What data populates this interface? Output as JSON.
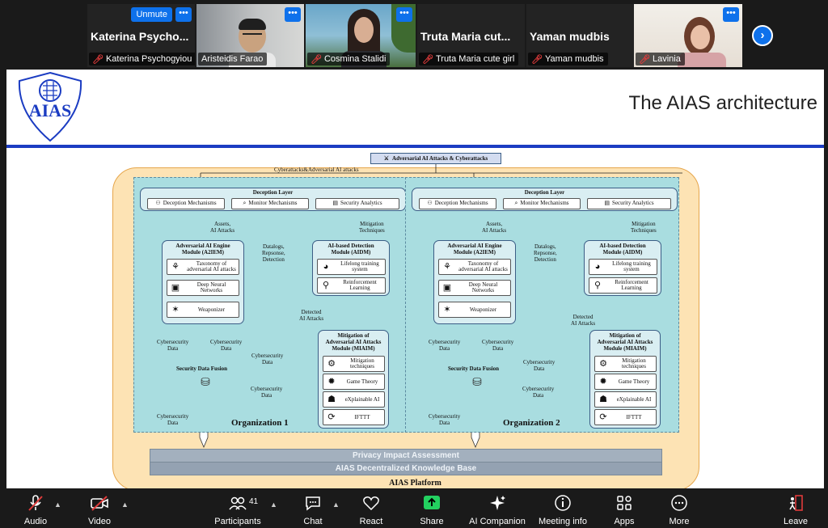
{
  "participants": [
    {
      "display": "Katerina  Psycho...",
      "name": "Katerina Psychogyiou",
      "unmute": "Unmute"
    },
    {
      "name": "Aristeidis Farao"
    },
    {
      "name": "Cosmina Stalidi"
    },
    {
      "display": "Truta Maria cut...",
      "name": "Truta Maria cute girl"
    },
    {
      "display": "Yaman mudbis",
      "name": "Yaman mudbis"
    },
    {
      "name": "Lavinia"
    }
  ],
  "slide": {
    "logo_text": "AIAS",
    "title": "The AIAS architecture",
    "top_box": "Adversarial AI Attacks & Cyberattacks",
    "top_arrow_label": "Cyberattacks&Adversarial AI attacks",
    "privacy": "Privacy Impact Assessment",
    "knowledge_base": "AIAS Decentralized Knowledge Base",
    "platform": "AIAS Platform",
    "labels": {
      "deception_layer": "Deception Layer",
      "deception_mechanisms": "Deception Mechanisms",
      "monitor_mechanisms": "Monitor Mechanisms",
      "security_analytics": "Security Analytics",
      "assets": "Assets,",
      "ai_attacks": "AI Attacks",
      "mitigation": "Mitigation",
      "techniques": "Techniques",
      "a2iem_1": "Adversarial AI Engine",
      "a2iem_2": "Module (A2IEM)",
      "taxonomy_1": "Taxonomy of",
      "taxonomy_2": "adversarial AI attacks",
      "dnn_1": "Deep Neural",
      "dnn_2": "Networks",
      "weaponizer": "Weaponizer",
      "datalogs_1": "Datalogs,",
      "datalogs_2": "Repsonse,",
      "datalogs_3": "Detection",
      "aidm_1": "AI-based Detection",
      "aidm_2": "Module (AIDM)",
      "lifelong_1": "Lifelong training",
      "lifelong_2": "system",
      "rl_1": "Reinforcement",
      "rl_2": "Learning",
      "detected_1": "Detected",
      "detected_2": "AI Attacks",
      "cyber_1": "Cybersecurity",
      "cyber_2": "Data",
      "miaim_1": "Mitigation of",
      "miaim_2": "Adversarial AI Attacks",
      "miaim_3": "Module (MIAIM)",
      "mt_1": "Mitigation",
      "mt_2": "techniques",
      "game_theory": "Game Theory",
      "xai": "eXplainable AI",
      "ifttt": "IFTTT",
      "fusion": "Security Data Fusion"
    },
    "org1": "Organization 1",
    "org2": "Organization 2"
  },
  "toolbar": {
    "audio": "Audio",
    "video": "Video",
    "participants": "Participants",
    "participant_count": "41",
    "chat": "Chat",
    "react": "React",
    "share": "Share",
    "ai_companion": "AI Companion",
    "meeting_info": "Meeting info",
    "apps": "Apps",
    "more": "More",
    "leave": "Leave"
  },
  "colors": {
    "accent": "#0e71eb",
    "share": "#23d160",
    "leave": "#e03b3b",
    "rule": "#1b3cc2"
  }
}
